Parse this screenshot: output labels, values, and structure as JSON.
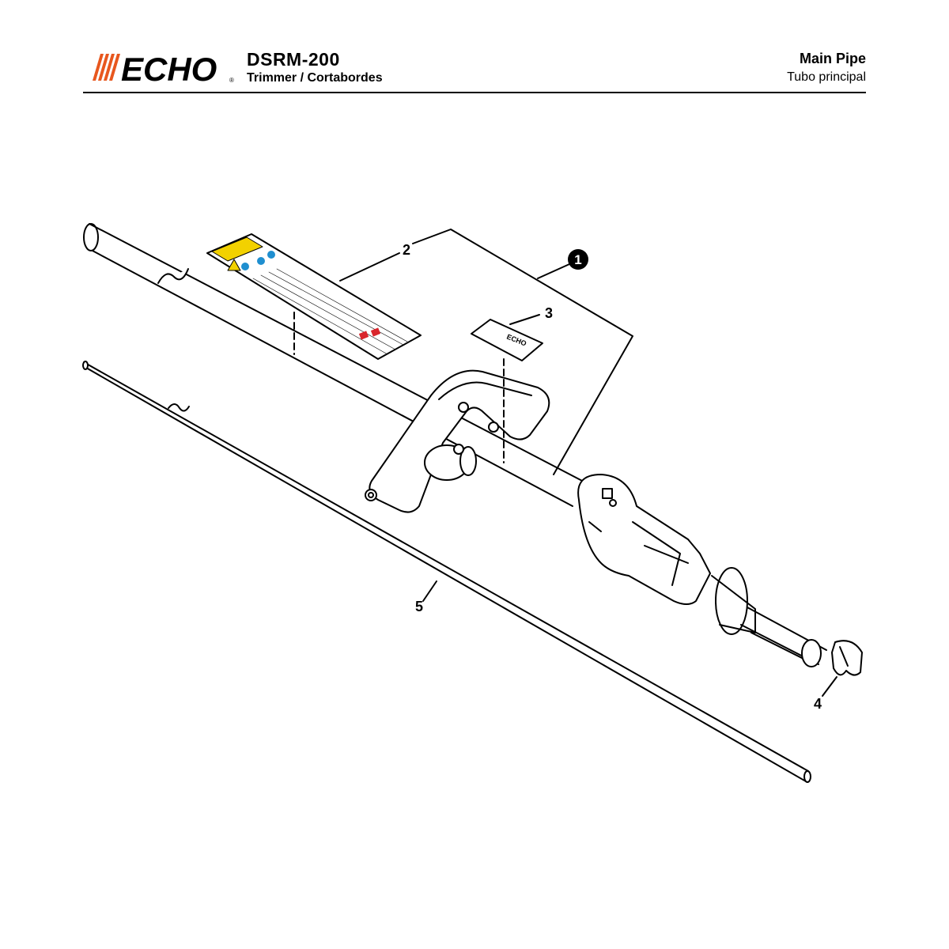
{
  "header": {
    "brand": "ECHO",
    "registered_mark": "®",
    "model": "DSRM-200",
    "model_subtitle": "Trimmer / Cortabordes",
    "section_title": "Main Pipe",
    "section_subtitle": "Tubo principal"
  },
  "callouts": [
    {
      "id": "1",
      "label": "1",
      "assembly": true
    },
    {
      "id": "2",
      "label": "2"
    },
    {
      "id": "3",
      "label": "3"
    },
    {
      "id": "4",
      "label": "4"
    },
    {
      "id": "5",
      "label": "5"
    }
  ],
  "decal_small": {
    "text": "ECHO"
  },
  "colors": {
    "brand_orange": "#e8571e",
    "line": "#000000",
    "warning_yellow": "#f2d100",
    "safety_blue": "#1f8fd0",
    "danger_red": "#d9262c"
  }
}
